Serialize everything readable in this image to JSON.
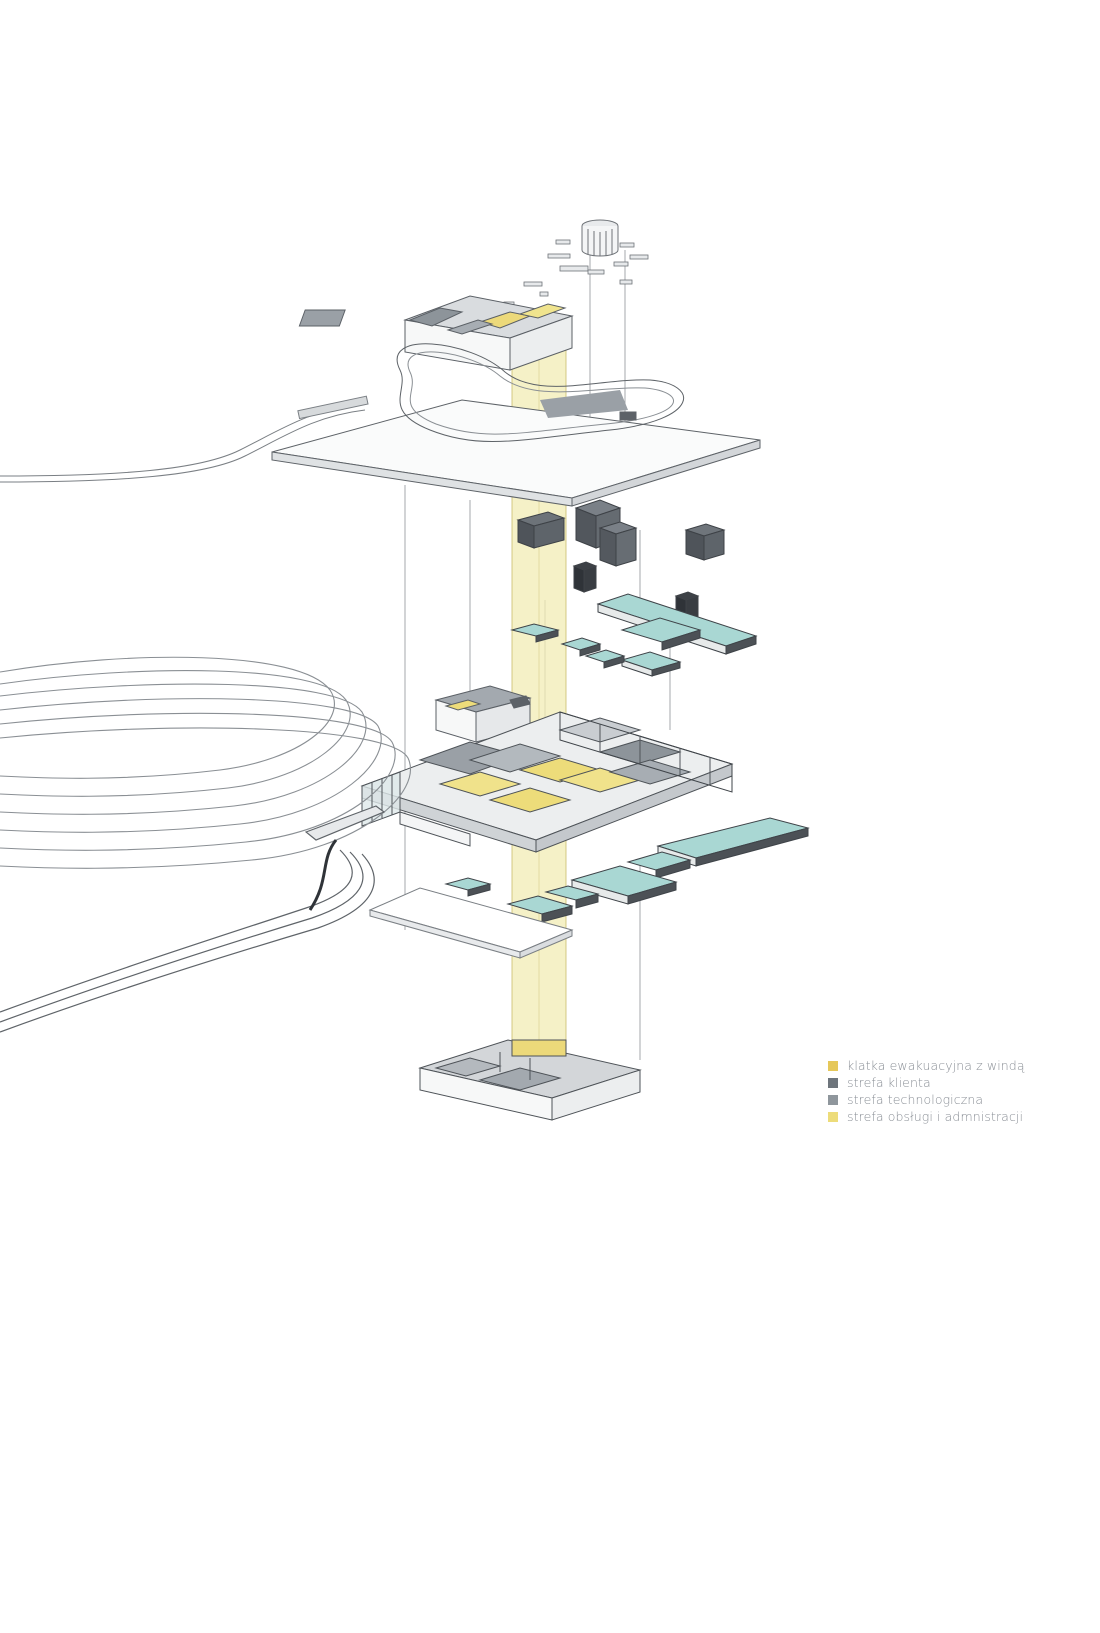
{
  "legend": {
    "items": [
      {
        "label": "klatka ewakuacyjna z windą",
        "color": "#e6c85a"
      },
      {
        "label": "strefa klienta",
        "color": "#6e757c"
      },
      {
        "label": "strefa technologiczna",
        "color": "#8f969c"
      },
      {
        "label": "strefa obsługi i admnistracji",
        "color": "#eddc7a"
      }
    ]
  },
  "colors": {
    "line": "#6f7378",
    "roof_gray": "#9aa0a6",
    "dark_volume": "#5d6268",
    "pool_water": "#a9d7d3",
    "stair_yellow": "#f2ecb4"
  }
}
